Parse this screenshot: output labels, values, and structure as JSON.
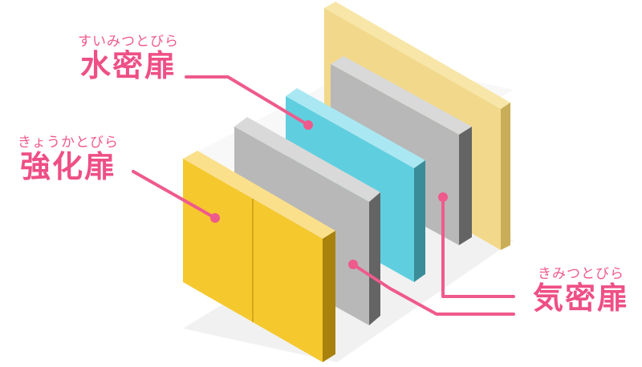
{
  "labels": {
    "water": {
      "ruby": "すいみつとびら",
      "name": "水密扉"
    },
    "strong": {
      "ruby": "きょうかとびら",
      "name": "強化扉"
    },
    "air": {
      "ruby": "きみつとびら",
      "name": "気密扉"
    }
  },
  "colors": {
    "accent": "#ee4f86",
    "yellow_door": "#f5c82e",
    "blue_door": "#5fcfe0",
    "gray_door": "#b5b5b5",
    "back_wall": "#f2d88a"
  }
}
